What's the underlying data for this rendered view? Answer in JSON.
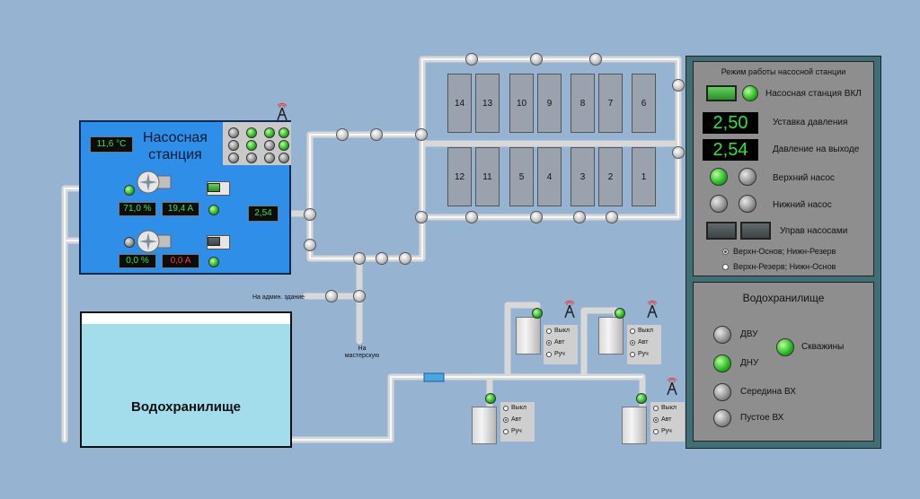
{
  "pump_station": {
    "title": "Насосная станция",
    "temperature": "11,6 °C",
    "pump1_speed": "71,0 %",
    "pump1_current": "19,4 A",
    "pump2_speed": "0,0 %",
    "pump2_current": "0,0 A",
    "output_pressure": "2,54"
  },
  "reservoir": {
    "label": "Водохранилище"
  },
  "labels": {
    "to_admin": "На админ. здание",
    "to_workshop": "На мастерскую"
  },
  "cells_top": [
    "14",
    "13",
    "10",
    "9",
    "8",
    "7",
    "6"
  ],
  "cells_bottom": [
    "12",
    "11",
    "5",
    "4",
    "3",
    "2",
    "1"
  ],
  "control_panel": {
    "title": "Режим работы насосной станции",
    "station_on_label": "Насосная станция ВКЛ",
    "pressure_setpoint": "2,50",
    "pressure_setpoint_label": "Уставка давления",
    "pressure_output": "2,54",
    "pressure_output_label": "Давление на выходе",
    "upper_pump_label": "Верхний насос",
    "lower_pump_label": "Нижний насос",
    "pump_control_label": "Управ насосами",
    "option1": "Верхн-Основ; Нижн-Резерв",
    "option2": "Верхн-Резерв; Нижн-Основ"
  },
  "reservoir_panel": {
    "title": "Водохранилище",
    "dvu": "ДВУ",
    "dnu": "ДНУ",
    "wells": "Скважины",
    "middle": "Середина ВХ",
    "empty": "Пустое ВХ"
  },
  "well_modes": [
    "Выкл",
    "Авт",
    "Руч"
  ],
  "colors": {
    "background": "#96b3d2",
    "station": "#2f8fe8",
    "panel": "#3f6f74",
    "lamp_green": "#27b51f",
    "display_green": "#3fe04a",
    "alarm_red": "#ff3a3a"
  }
}
